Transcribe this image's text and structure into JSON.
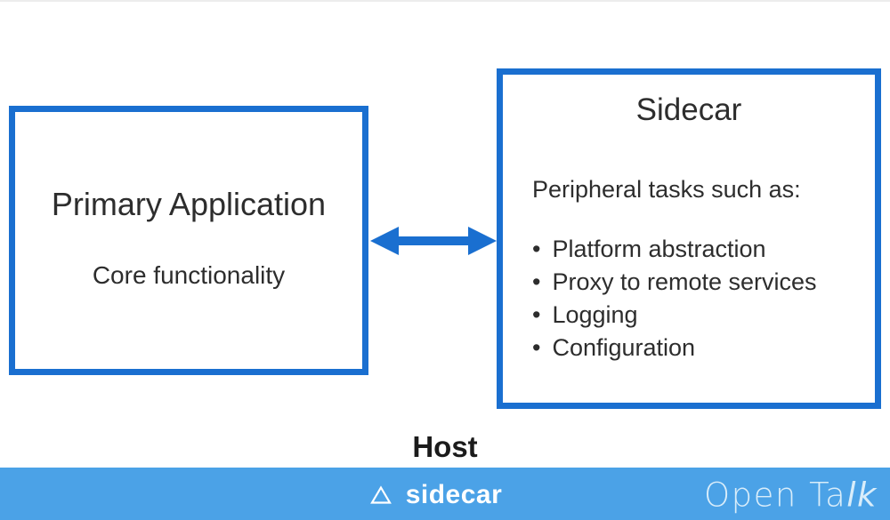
{
  "diagram": {
    "primary_box": {
      "title": "Primary Application",
      "subtitle": "Core functionality"
    },
    "sidecar_box": {
      "title": "Sidecar",
      "intro": "Peripheral tasks such as:",
      "bullet_char": "•",
      "bullets": [
        "Platform abstraction",
        "Proxy to remote services",
        "Logging",
        "Configuration"
      ]
    },
    "arrow": {
      "type": "double-headed",
      "direction": "horizontal"
    },
    "host_label": "Host"
  },
  "footer": {
    "channel_icon": "triangle-outline",
    "channel_name": "sidecar",
    "brand_prefix": "Open Ta",
    "brand_suffix": "lk",
    "brand_full": "Open Talk"
  },
  "colors": {
    "box_border": "#1a6fd0",
    "arrow": "#1a6fd0",
    "footer_bg": "#4ba2e7",
    "footer_text": "#ffffff",
    "brand_text": "#d9edfa",
    "body_text": "#2d2d2d",
    "host_text": "#1b1b1b"
  }
}
